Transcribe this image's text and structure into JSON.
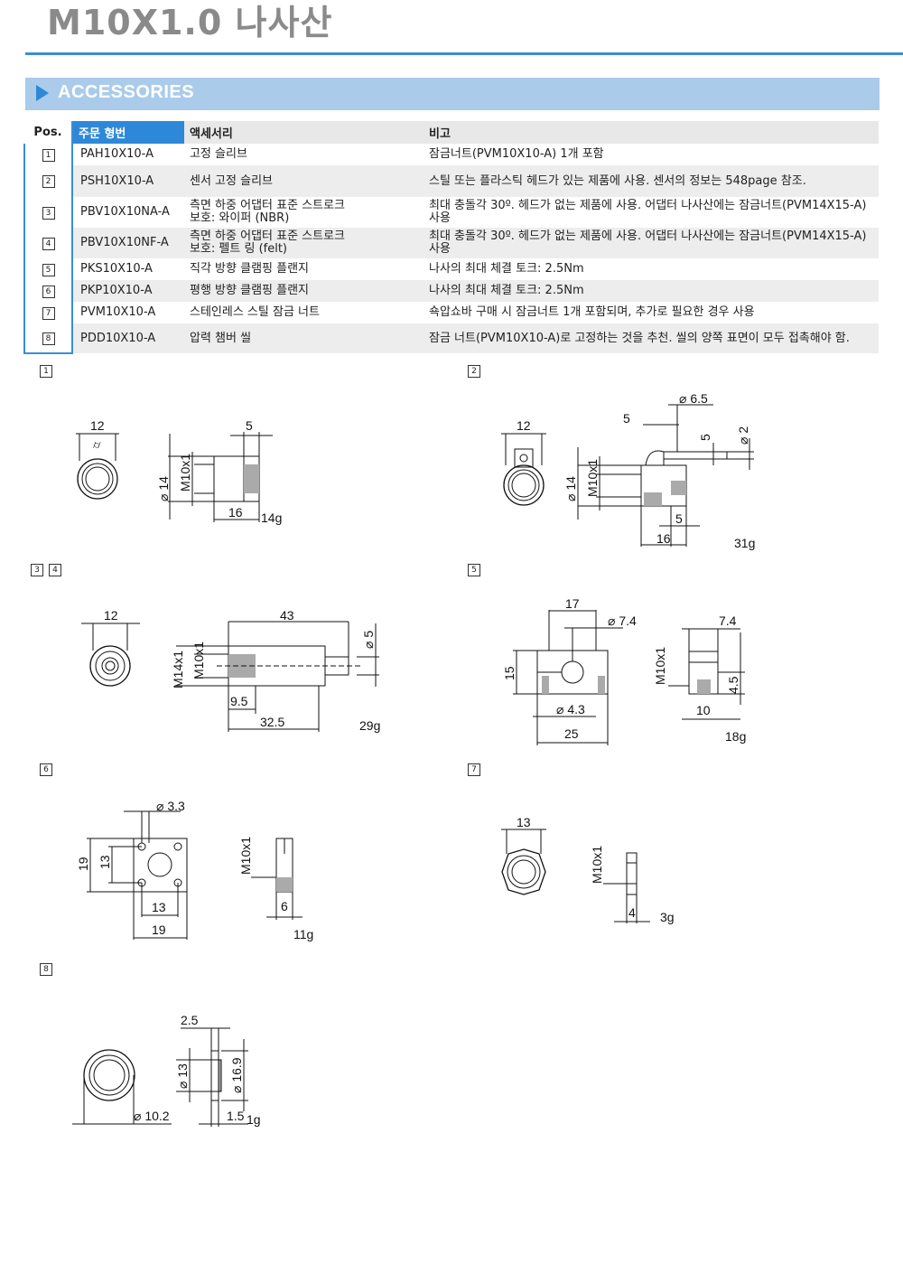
{
  "header": {
    "title": "M10X1.0 나사산"
  },
  "section": {
    "title": "ACCESSORIES"
  },
  "table": {
    "headers": {
      "pos": "Pos.",
      "code": "주문 형번",
      "accessory": "액세서리",
      "note": "비고"
    },
    "rows": [
      {
        "pos": "1",
        "code": "PAH10X10-A",
        "accessory_line1": "고정 슬리브",
        "accessory_line2": "",
        "note": "잠금너트(PVM10X10-A) 1개 포함"
      },
      {
        "pos": "2",
        "code": "PSH10X10-A",
        "accessory_line1": "센서 고정 슬리브",
        "accessory_line2": "",
        "note": "스틸 또는 플라스틱 헤드가 있는 제품에 사용. 센서의 정보는 548page 참조."
      },
      {
        "pos": "3",
        "code": "PBV10X10NA-A",
        "accessory_line1": "측면 하중 어댑터 표준 스트로크",
        "accessory_line2": "보호: 와이퍼 (NBR)",
        "note": "최대 충돌각 30º. 헤드가 없는 제품에 사용. 어댑터 나사산에는 잠금너트(PVM14X15-A) 사용"
      },
      {
        "pos": "4",
        "code": "PBV10X10NF-A",
        "accessory_line1": "측면 하중 어댑터 표준 스트로크",
        "accessory_line2": "보호: 펠트 링 (felt)",
        "note": "최대 충돌각 30º. 헤드가 없는 제품에 사용. 어댑터 나사산에는 잠금너트(PVM14X15-A) 사용"
      },
      {
        "pos": "5",
        "code": "PKS10X10-A",
        "accessory_line1": "직각 방향 클램핑 플랜지",
        "accessory_line2": "",
        "note": "나사의 최대 체결 토크: 2.5Nm"
      },
      {
        "pos": "6",
        "code": "PKP10X10-A",
        "accessory_line1": "평행 방향 클램핑 플랜지",
        "accessory_line2": "",
        "note": "나사의 최대 체결 토크: 2.5Nm"
      },
      {
        "pos": "7",
        "code": "PVM10X10-A",
        "accessory_line1": "스테인레스 스틸 잠금 너트",
        "accessory_line2": "",
        "note": "쇽압쇼바 구매 시 잠금너트 1개 포함되며, 추가로 필요한 경우 사용"
      },
      {
        "pos": "8",
        "code": "PDD10X10-A",
        "accessory_line1": "압력 챔버 씰",
        "accessory_line2": "",
        "note": "잠금 너트(PVM10X10-A)로 고정하는 것을 추천. 씰의 양쪽 표면이 모두 접촉해야 함."
      }
    ]
  },
  "drawings": {
    "d1": {
      "label": "1",
      "wrench": "12",
      "dia": "14",
      "thread": "M10x1",
      "len_top": "5",
      "len_bottom": "16",
      "weight": "14g"
    },
    "d2": {
      "label": "2",
      "wrench": "12",
      "dia": "14",
      "thread": "M10x1",
      "d_pin": "6.5",
      "d_small": "2",
      "top5": "5",
      "side5": "5",
      "dim5b": "5",
      "len16": "16",
      "weight": "31g"
    },
    "d34": {
      "label_a": "3",
      "label_b": "4",
      "wrench": "12",
      "thread_big": "M14x1",
      "thread": "M10x1",
      "len43": "43",
      "d_pin": "5",
      "len95": "9.5",
      "len325": "32.5",
      "weight": "29g"
    },
    "d5": {
      "label": "5",
      "w17": "17",
      "d74": "7.4",
      "h15": "15",
      "d43": "4.3",
      "w25": "25",
      "thread": "M10x1",
      "w74": "7.4",
      "h45": "4.5",
      "w10": "10",
      "weight": "18g"
    },
    "d6": {
      "label": "6",
      "d33": "3.3",
      "h19": "19",
      "h13": "13",
      "w13": "13",
      "w19": "19",
      "thread": "M10x1",
      "w6": "6",
      "weight": "11g"
    },
    "d7": {
      "label": "7",
      "wrench": "13",
      "thread": "M10x1",
      "w4": "4",
      "weight": "3g"
    },
    "d8": {
      "label": "8",
      "d102": "10.2",
      "d13": "13",
      "d169": "16.9",
      "t25": "2.5",
      "t15": "1.5",
      "weight": "1g"
    }
  }
}
